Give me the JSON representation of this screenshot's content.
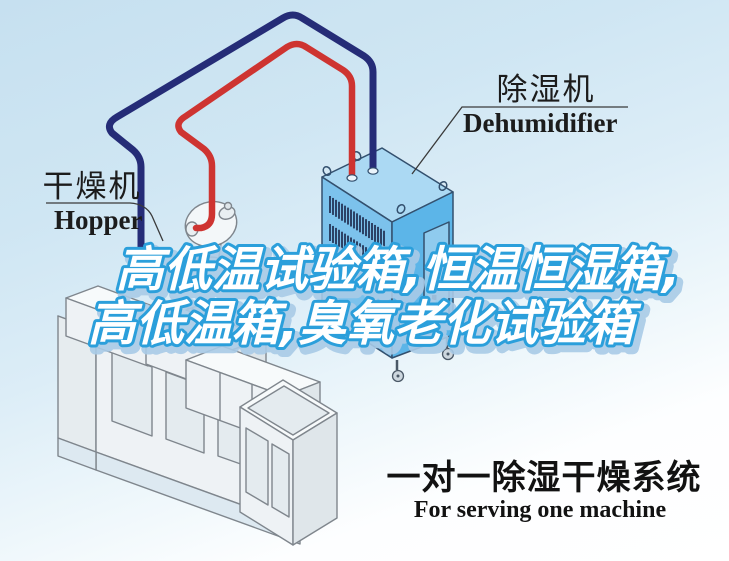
{
  "labels": {
    "dehumidifier": {
      "zh": "除湿机",
      "en": "Dehumidifier"
    },
    "hopper": {
      "zh": "干燥机",
      "en": "Hopper"
    }
  },
  "headline": {
    "line1": "高低温试验箱,恒温恒湿箱,",
    "line2": "高低温箱,臭氧老化试验箱"
  },
  "footer": {
    "zh": "一对一除湿干燥系统",
    "en": "For serving one machine"
  },
  "colors": {
    "headline-fill": "#ffffff",
    "headline-outline": "#2b9fdb",
    "headline-shadow": "#a9cbe7",
    "hose-hot": "#ce3431",
    "hose-cold": "#252c77",
    "cabinet-top": "#abd9f3",
    "cabinet-left": "#7cc2ec",
    "cabinet-right": "#5cb5e8",
    "cabinet-door": "#8fcbee",
    "vent": "#1e2c4e",
    "label-text": "#1c1c1c",
    "line": "#7f868d"
  }
}
